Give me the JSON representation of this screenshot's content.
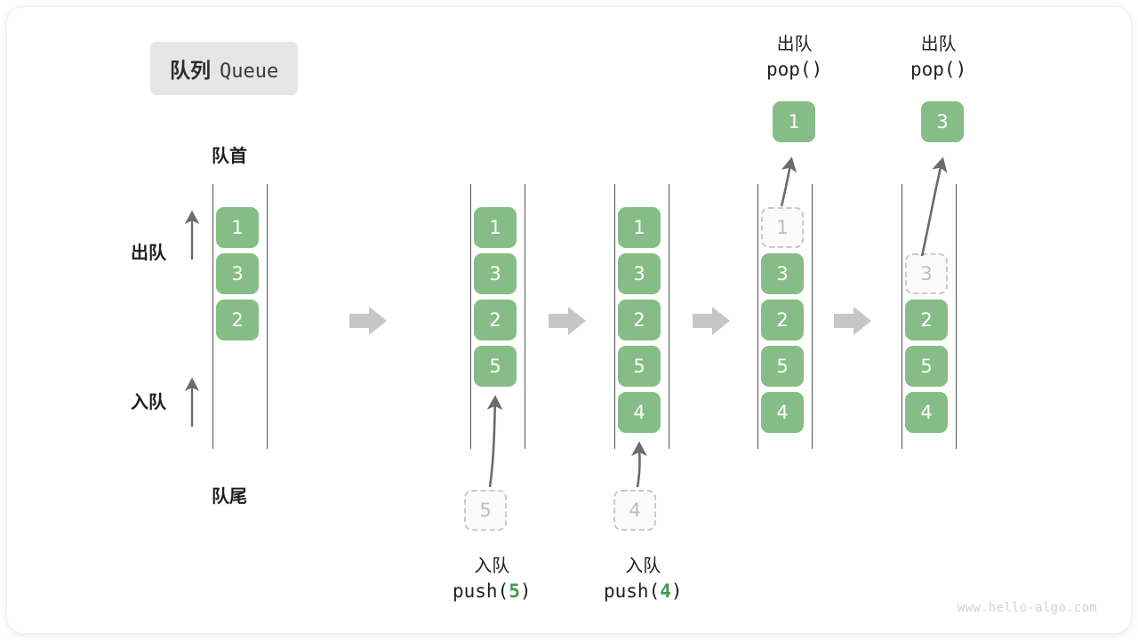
{
  "title": {
    "cn": "队列",
    "en": "Queue"
  },
  "labels": {
    "head": "队首",
    "tail": "队尾",
    "dequeue": "出队",
    "enqueue": "入队"
  },
  "watermark": "www.hello-algo.com",
  "colors": {
    "element": "#86bd86",
    "ghost_border": "#c9c9c9",
    "ghost_text": "#bdbdbd",
    "rail": "#555555",
    "arrow": "#6b6b6b",
    "step_arrow": "#c6c6c6",
    "code_number": "#3f9a4f",
    "badge_bg": "#e6e6e6"
  },
  "columns": [
    {
      "name": "initial",
      "cells": [
        "1",
        "3",
        "2"
      ],
      "ghost_top": null
    },
    {
      "name": "after-push-5",
      "cells": [
        "1",
        "3",
        "2",
        "5"
      ],
      "ghost_top": null
    },
    {
      "name": "after-push-4",
      "cells": [
        "1",
        "3",
        "2",
        "5",
        "4"
      ],
      "ghost_top": null
    },
    {
      "name": "pop-1",
      "cells": [
        "3",
        "2",
        "5",
        "4"
      ],
      "ghost_top": "1"
    },
    {
      "name": "pop-3",
      "cells": [
        "2",
        "5",
        "4"
      ],
      "ghost_top": "3"
    }
  ],
  "operations": {
    "push_5": {
      "cn": "入队",
      "code_prefix": "push(",
      "code_num": "5",
      "code_suffix": ")",
      "ghost": "5"
    },
    "push_4": {
      "cn": "入队",
      "code_prefix": "push(",
      "code_num": "4",
      "code_suffix": ")",
      "ghost": "4"
    },
    "pop_1": {
      "cn": "出队",
      "code": "pop()",
      "value": "1"
    },
    "pop_2": {
      "cn": "出队",
      "code": "pop()",
      "value": "3"
    }
  },
  "step_arrows": 4
}
